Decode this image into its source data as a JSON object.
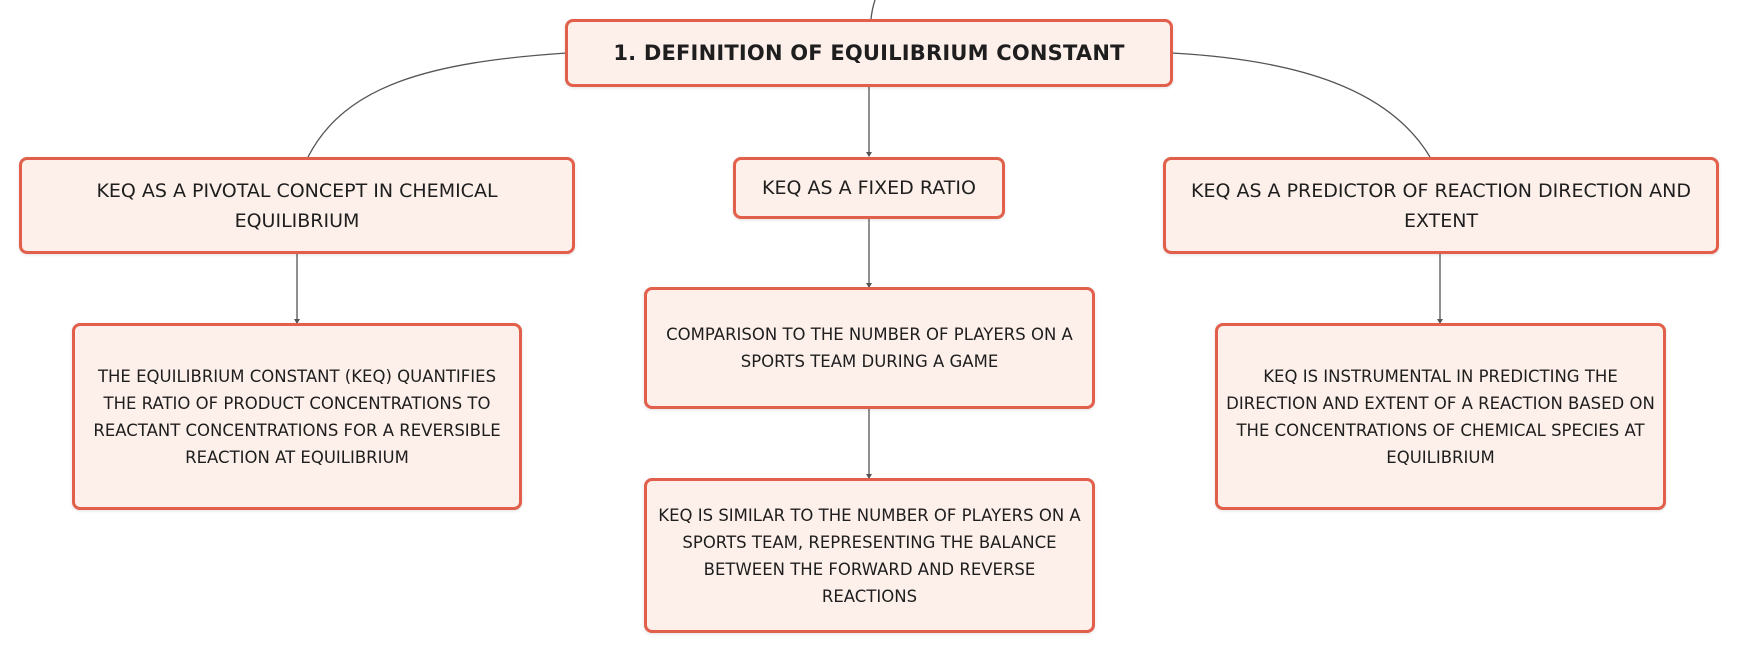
{
  "colors": {
    "node_border": "#e15f4b",
    "node_fill": "#fdf0ea",
    "connector": "#555555"
  },
  "root": {
    "label": "1. DEFINITION OF EQUILIBRIUM CONSTANT"
  },
  "branches": [
    {
      "label": "KEQ AS A PIVOTAL CONCEPT IN CHEMICAL EQUILIBRIUM",
      "children": [
        "THE EQUILIBRIUM CONSTANT (KEQ) QUANTIFIES THE RATIO OF PRODUCT CONCENTRATIONS TO REACTANT CONCENTRATIONS FOR A REVERSIBLE REACTION AT EQUILIBRIUM"
      ]
    },
    {
      "label": "KEQ AS A FIXED RATIO",
      "children": [
        "COMPARISON TO THE NUMBER OF PLAYERS ON A SPORTS TEAM DURING A GAME",
        "KEQ IS SIMILAR TO THE NUMBER OF PLAYERS ON A SPORTS TEAM, REPRESENTING THE BALANCE BETWEEN THE FORWARD AND REVERSE REACTIONS"
      ]
    },
    {
      "label": "KEQ AS A PREDICTOR OF REACTION DIRECTION AND EXTENT",
      "children": [
        "KEQ IS INSTRUMENTAL IN PREDICTING THE DIRECTION AND EXTENT OF A REACTION BASED ON THE CONCENTRATIONS OF CHEMICAL SPECIES AT EQUILIBRIUM"
      ]
    }
  ]
}
